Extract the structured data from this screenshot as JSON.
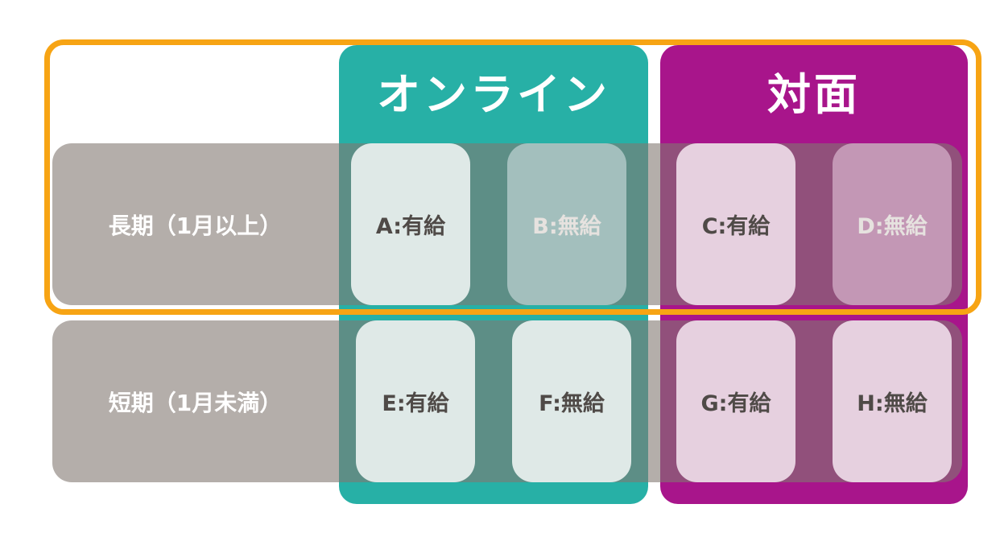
{
  "colors": {
    "online": "#27b0a6",
    "face_to_face": "#a8158b",
    "row_band": "#8a817c",
    "highlight_border": "#f7a414",
    "cell_online": "#dfe9e7",
    "cell_online_dim": "#a3bfbd",
    "cell_face": "#e6d0df",
    "cell_face_dim": "#c397b5",
    "dim_text": "#e6e2df"
  },
  "columns": {
    "online": "オンライン",
    "face_to_face": "対面"
  },
  "rows": {
    "long": "長期（1月以上）",
    "short": "短期（1月未満）"
  },
  "cells": {
    "A": "A:有給",
    "B": "B:無給",
    "C": "C:有給",
    "D": "D:無給",
    "E": "E:有給",
    "F": "F:無給",
    "G": "G:有給",
    "H": "H:無給"
  }
}
